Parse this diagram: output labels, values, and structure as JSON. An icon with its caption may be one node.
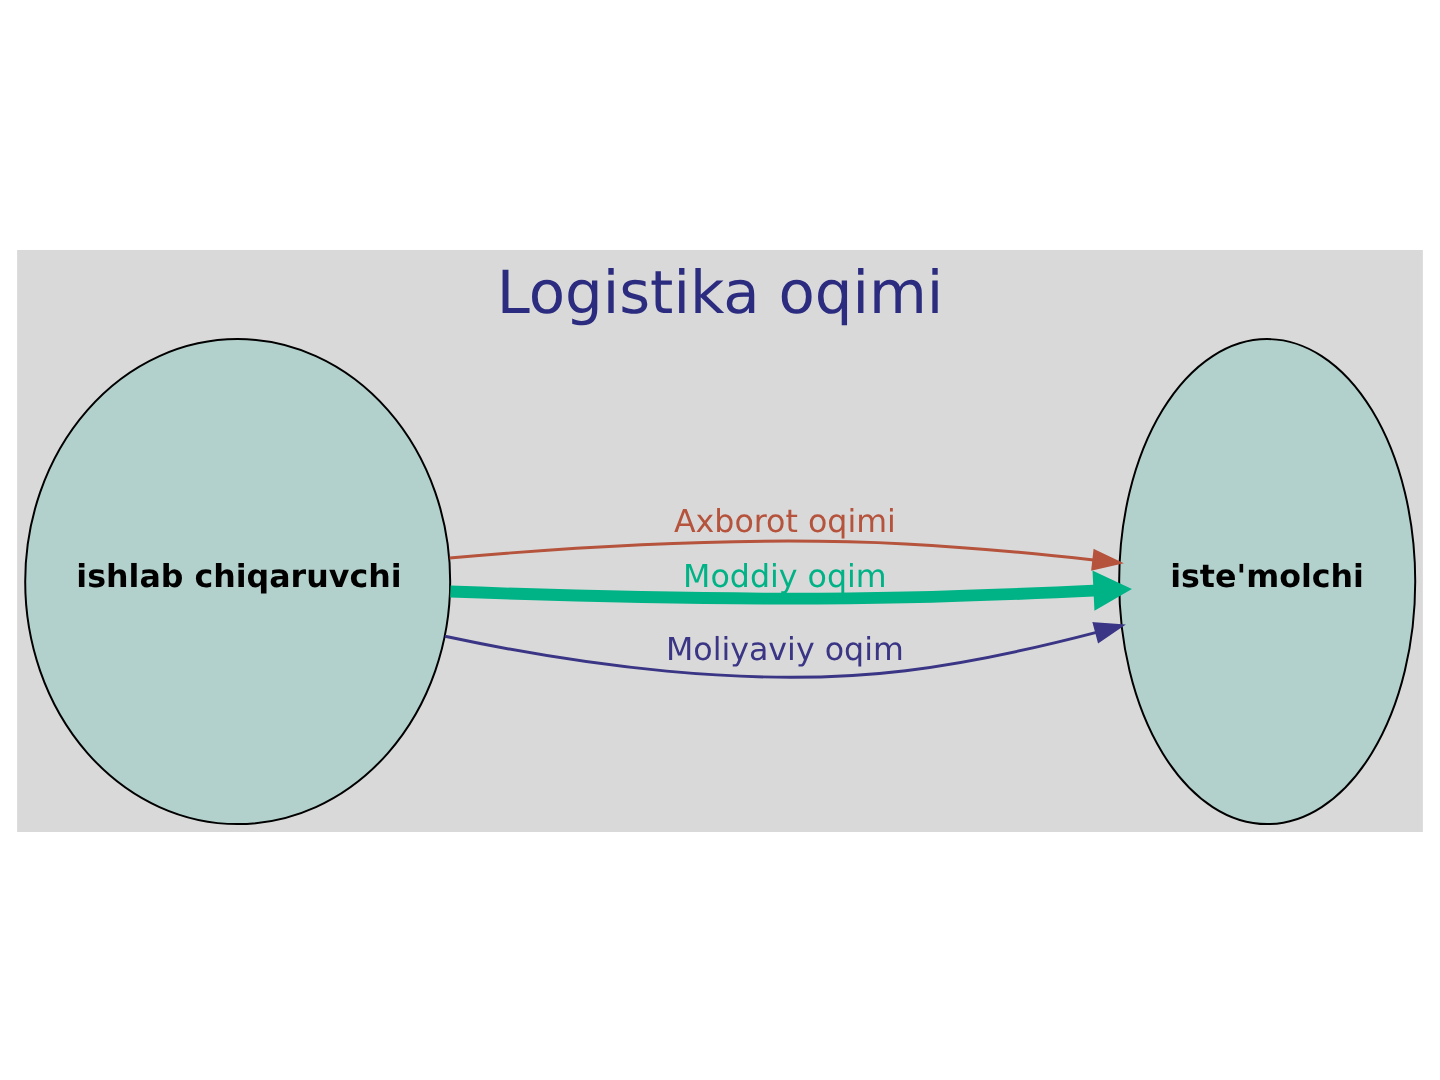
{
  "diagram": {
    "title": "Logistika oqimi",
    "nodes": [
      {
        "text": [
          "ishlab chiqaruvchi"
        ]
      },
      {
        "text": [
          "iste'molchi"
        ]
      }
    ],
    "edges": [
      {
        "from": 0,
        "to": 1,
        "arrow": "to",
        "label": "Axborot oqimi",
        "color": "#b5533c"
      },
      {
        "from": 0,
        "to": 1,
        "arrow": "to",
        "label": "Moddiy oqim",
        "style": "thick",
        "color": "#00b386"
      },
      {
        "from": 0,
        "to": 1,
        "arrow": "to",
        "label": "Moliyaviy oqim",
        "color": "#3a3585"
      }
    ]
  }
}
